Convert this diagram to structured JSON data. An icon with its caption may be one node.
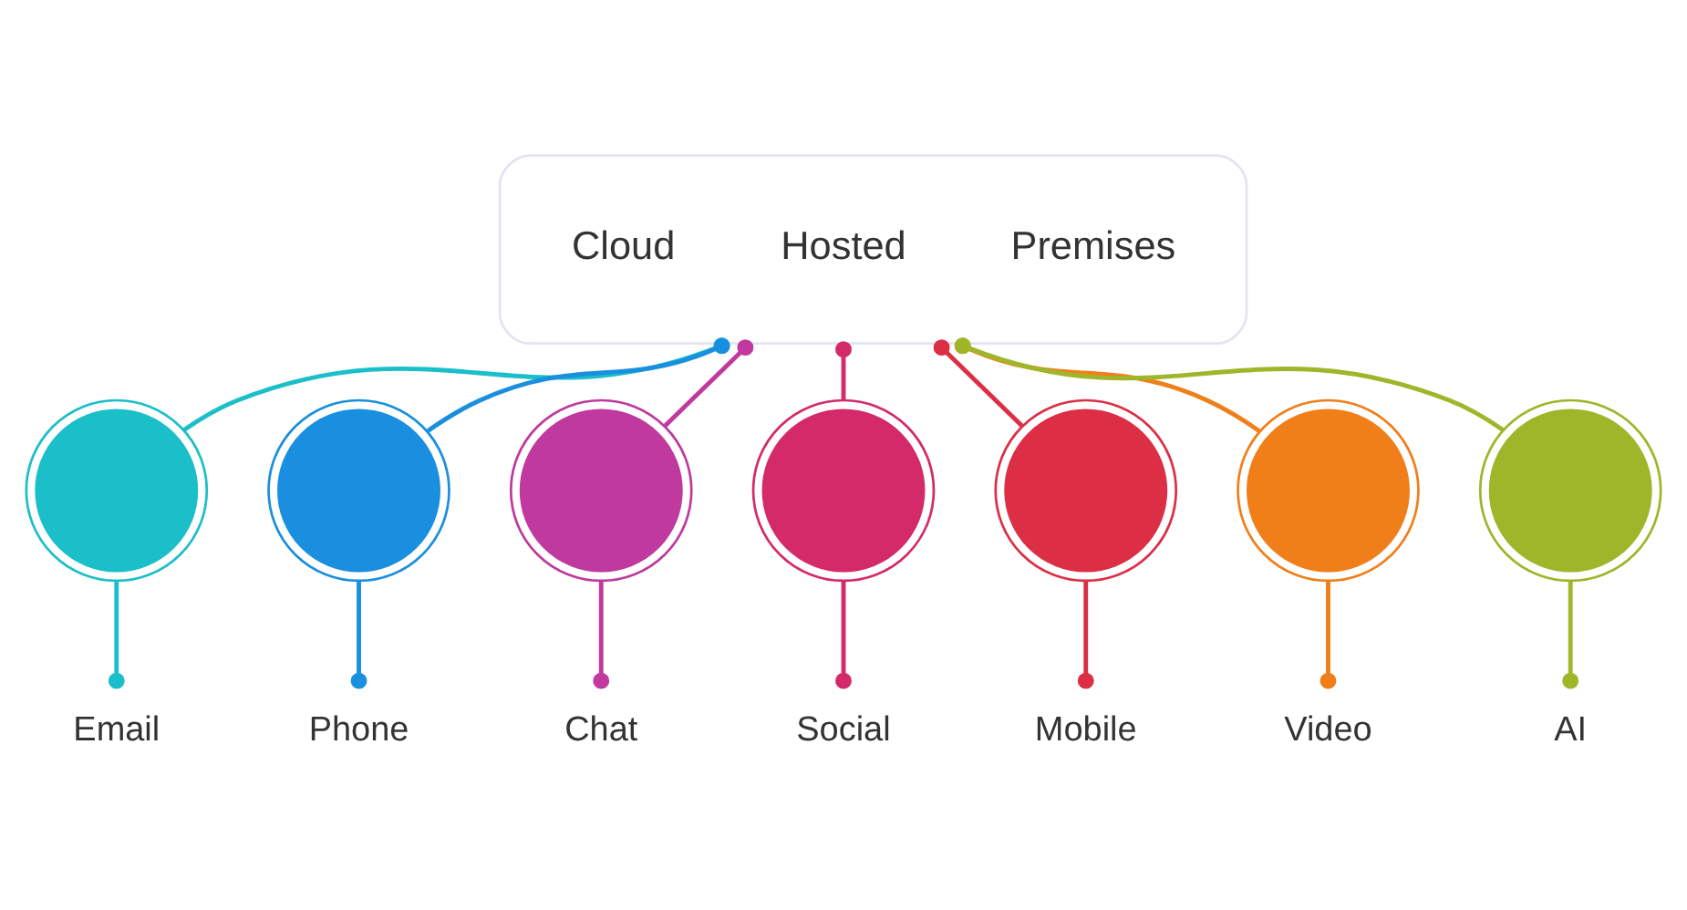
{
  "diagram": {
    "nodes": [
      {
        "text": [],
        "shape": "box"
      },
      {
        "text": [
          "Cloud"
        ],
        "in": 0
      },
      {
        "text": [
          "Hosted"
        ],
        "in": 0
      },
      {
        "text": [
          "Premises"
        ],
        "in": 0
      },
      {
        "text": [],
        "shape": "circle"
      },
      {
        "text": [],
        "shape": "circle"
      },
      {
        "text": [],
        "shape": "circle"
      },
      {
        "text": [],
        "shape": "circle"
      },
      {
        "text": [],
        "shape": "circle"
      },
      {
        "text": [],
        "shape": "circle"
      },
      {
        "text": [],
        "shape": "circle"
      },
      {
        "text": [
          "Email"
        ]
      },
      {
        "text": [
          "Phone"
        ]
      },
      {
        "text": [
          "Chat"
        ]
      },
      {
        "text": [
          "Social"
        ]
      },
      {
        "text": [
          "Mobile"
        ]
      },
      {
        "text": [
          "Video"
        ]
      },
      {
        "text": [
          "AI"
        ]
      }
    ],
    "edges": [
      {
        "from": 0,
        "to": 4,
        "arrow": "other",
        "color": "#1bbfc9"
      },
      {
        "from": 0,
        "to": 5,
        "arrow": "other",
        "color": "#1a8fe0"
      },
      {
        "from": 0,
        "to": 6,
        "arrow": "other",
        "color": "#c0399f"
      },
      {
        "from": 0,
        "to": 7,
        "arrow": "other",
        "color": "#d42a6a"
      },
      {
        "from": 0,
        "to": 8,
        "arrow": "other",
        "color": "#dc2f45"
      },
      {
        "from": 0,
        "to": 9,
        "arrow": "other",
        "color": "#f07f1a"
      },
      {
        "from": 0,
        "to": 10,
        "arrow": "other",
        "color": "#9fb62a"
      },
      {
        "from": 4,
        "to": 11,
        "arrow": "other",
        "color": "#1bbfc9"
      },
      {
        "from": 5,
        "to": 12,
        "arrow": "other",
        "color": "#1a8fe0"
      },
      {
        "from": 6,
        "to": 13,
        "arrow": "other",
        "color": "#c0399f"
      },
      {
        "from": 7,
        "to": 14,
        "arrow": "other",
        "color": "#d42a6a"
      },
      {
        "from": 8,
        "to": 15,
        "arrow": "other",
        "color": "#dc2f45"
      },
      {
        "from": 9,
        "to": 16,
        "arrow": "other",
        "color": "#f07f1a"
      },
      {
        "from": 10,
        "to": 17,
        "arrow": "other",
        "color": "#9fb62a"
      }
    ]
  }
}
